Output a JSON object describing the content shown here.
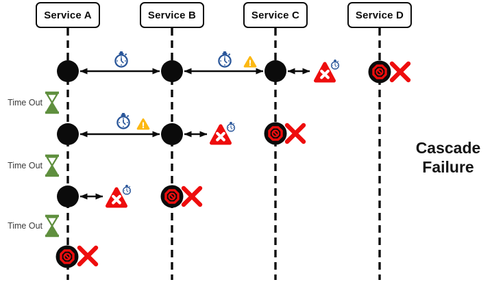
{
  "title": "Cascade Failure sequence diagram",
  "services": [
    {
      "id": "A",
      "label": "Service A"
    },
    {
      "id": "B",
      "label": "Service B"
    },
    {
      "id": "C",
      "label": "Service C"
    },
    {
      "id": "D",
      "label": "Service D"
    }
  ],
  "timeouts": [
    "Time Out",
    "Time Out",
    "Time Out"
  ],
  "caption": {
    "lines": [
      "Cascade",
      "Failure"
    ]
  },
  "colors": {
    "ink": "#0b0b0b",
    "error_red": "#ee0d0d",
    "timer_blue": "#2b579a",
    "warning_amber": "#fcb813",
    "hourglass_green": "#5f8f3e",
    "background": "#ffffff"
  },
  "icons": [
    "stopwatch-icon",
    "warning-icon",
    "error-x-triangle-icon",
    "blocked-icon",
    "red-x-icon",
    "hourglass-icon"
  ],
  "diagram": {
    "type": "sequence-cascade",
    "lifelines": [
      "Service A",
      "Service B",
      "Service C",
      "Service D"
    ],
    "rows": [
      {
        "step": 1,
        "events": [
          {
            "kind": "call",
            "from": "Service A",
            "to": "Service B",
            "annotations": [
              "stopwatch"
            ]
          },
          {
            "kind": "call",
            "from": "Service B",
            "to": "Service C",
            "annotations": [
              "stopwatch",
              "warning"
            ]
          },
          {
            "kind": "failed-call",
            "from": "Service C",
            "annotations": [
              "error-x-triangle",
              "stopwatch"
            ]
          },
          {
            "kind": "service-down",
            "service": "Service D",
            "annotations": [
              "blocked",
              "red-x"
            ]
          }
        ]
      },
      {
        "step": 2,
        "after": "Time Out",
        "events": [
          {
            "kind": "call",
            "from": "Service A",
            "to": "Service B",
            "annotations": [
              "stopwatch",
              "warning"
            ]
          },
          {
            "kind": "failed-call",
            "from": "Service B",
            "annotations": [
              "error-x-triangle",
              "stopwatch"
            ]
          },
          {
            "kind": "service-down",
            "service": "Service C",
            "annotations": [
              "blocked",
              "red-x"
            ]
          }
        ]
      },
      {
        "step": 3,
        "after": "Time Out",
        "events": [
          {
            "kind": "failed-call",
            "from": "Service A",
            "annotations": [
              "error-x-triangle",
              "stopwatch"
            ]
          },
          {
            "kind": "service-down",
            "service": "Service B",
            "annotations": [
              "blocked",
              "red-x"
            ]
          }
        ]
      },
      {
        "step": 4,
        "after": "Time Out",
        "events": [
          {
            "kind": "service-down",
            "service": "Service A",
            "annotations": [
              "blocked",
              "red-x"
            ]
          }
        ]
      }
    ]
  }
}
